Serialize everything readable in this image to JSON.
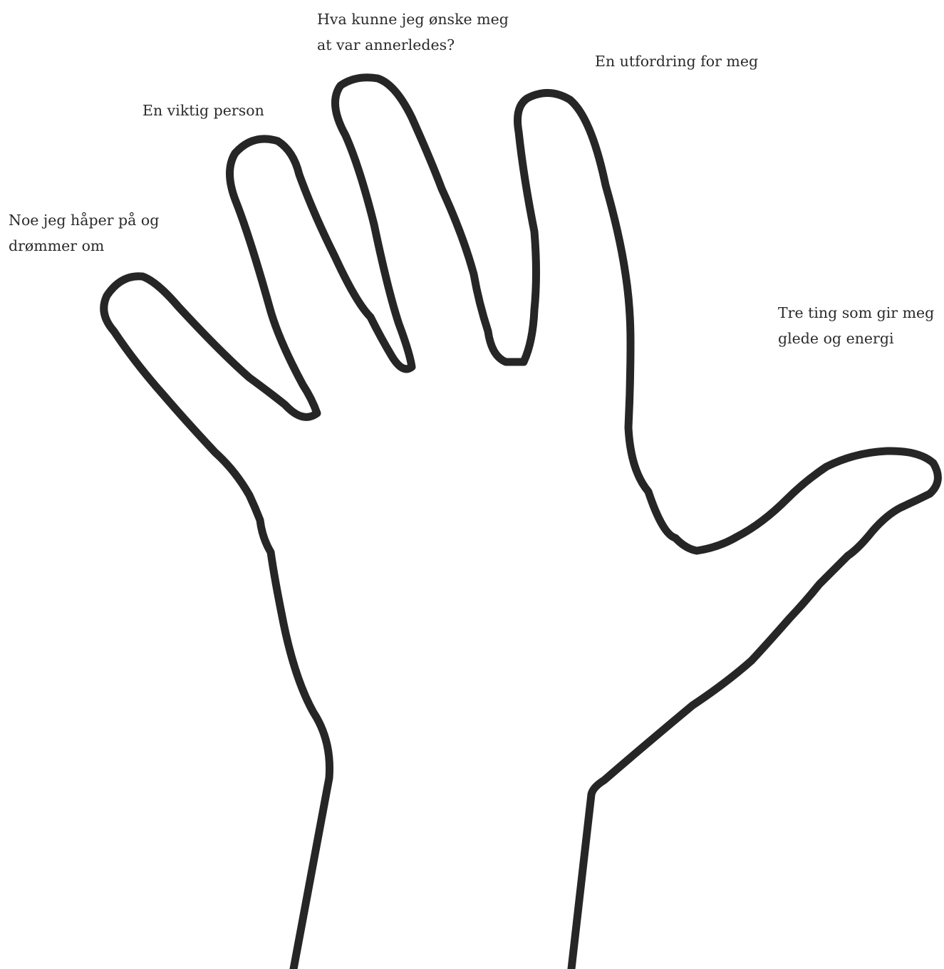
{
  "finger_labels": {
    "hope": {
      "line1": "Noe jeg håper på og",
      "line2": "drømmer om"
    },
    "person": {
      "line1": "En viktig person"
    },
    "wish": {
      "line1": "Hva kunne jeg ønske meg",
      "line2": "at var annerledes?"
    },
    "challenge": {
      "line1": "En utfordring for meg"
    },
    "joy": {
      "line1": "Tre ting som gir meg",
      "line2": "glede og energi"
    }
  },
  "colors": {
    "outline": "#262626",
    "text": "#2b2b2b",
    "background": "#ffffff"
  }
}
